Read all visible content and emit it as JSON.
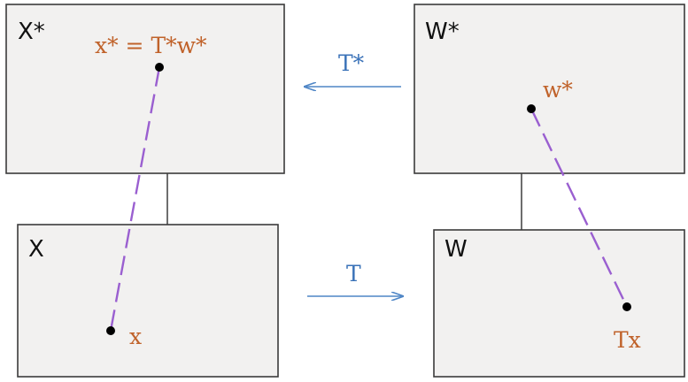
{
  "labels": {
    "x_star_space": "X*",
    "w_star_space": "W*",
    "x_space": "X",
    "w_space": "W",
    "x_star_point": "x* = T*w*",
    "w_star_point": "w*",
    "x_point": "x",
    "tx_point": "Tx",
    "t_star_operator": "T*",
    "t_operator": "T"
  },
  "colors": {
    "point_label": "#c0622a",
    "operator_label": "#3a72b8",
    "dashed_pair_line": "#9a5fd0",
    "arrow": "#4f86c6"
  }
}
